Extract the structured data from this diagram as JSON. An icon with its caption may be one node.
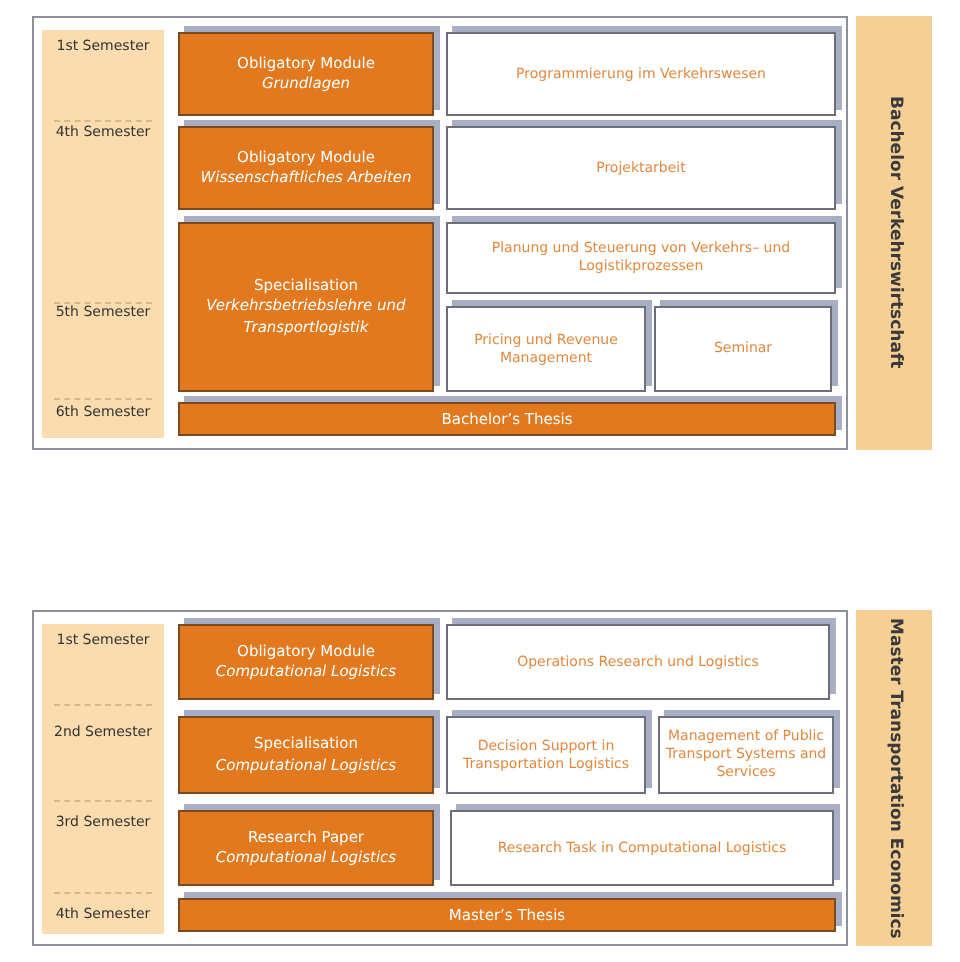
{
  "diagram": {
    "nodes": [
      {
        "text": [],
        "shape": "box"
      },
      {
        "text": [
          "1st Semester",
          "4th Semester",
          "5th Semester",
          "6th Semester"
        ],
        "in": 0
      },
      {
        "text": [
          "Obligatory Module",
          "Grundlagen"
        ],
        "in": 0
      },
      {
        "text": [
          "Programmierung im Verkehrswesen"
        ],
        "in": 0
      },
      {
        "text": [
          "Obligatory Module",
          "Wissenschaftliches Arbeiten"
        ],
        "in": 0
      },
      {
        "text": [
          "Projektarbeit"
        ],
        "in": 0
      },
      {
        "text": [
          "Specialisation",
          "Verkehrsbetriebslehre und Transportlogistik"
        ],
        "in": 0
      },
      {
        "text": [
          "Planung und Steuerung von Verkehrs– und Logistikprozessen"
        ],
        "in": 0
      },
      {
        "text": [
          "Pricing und Revenue Management"
        ],
        "in": 0
      },
      {
        "text": [
          "Seminar"
        ],
        "in": 0
      },
      {
        "text": [
          "Bachelor’s Thesis"
        ],
        "in": 0
      },
      {
        "text": [
          "Bachelor Verkehrswirtschaft"
        ]
      },
      {
        "text": [],
        "shape": "box"
      },
      {
        "text": [
          "1st Semester",
          "2nd Semester",
          "3rd Semester",
          "4th Semester"
        ],
        "in": 12
      },
      {
        "text": [
          "Obligatory Module",
          "Computational Logistics"
        ],
        "in": 12
      },
      {
        "text": [
          "Operations Research und Logistics"
        ],
        "in": 12
      },
      {
        "text": [
          "Specialisation",
          "Computational Logistics"
        ],
        "in": 12
      },
      {
        "text": [
          "Decision Support in Transportation Logistics"
        ],
        "in": 12
      },
      {
        "text": [
          "Management of Public Transport Systems and Services"
        ],
        "in": 12
      },
      {
        "text": [
          "Research Paper",
          "Computational Logistics"
        ],
        "in": 12
      },
      {
        "text": [
          "Research Task in Computational Logistics"
        ],
        "in": 12
      },
      {
        "text": [
          "Master’s Thesis"
        ],
        "in": 12
      },
      {
        "text": [
          "Master Transportation Economics"
        ]
      }
    ]
  }
}
